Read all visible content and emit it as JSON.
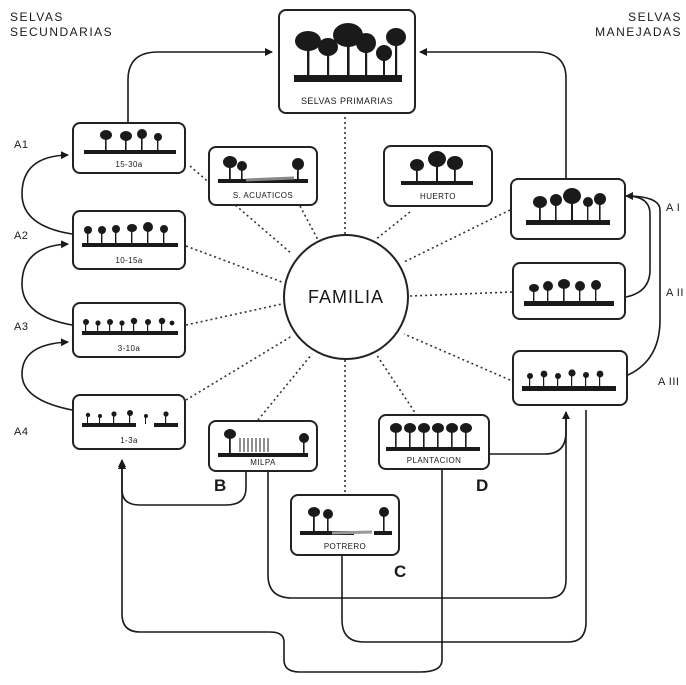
{
  "header": {
    "left_title": [
      "SELVAS",
      "SECUNDARIAS"
    ],
    "right_title": [
      "SELVAS",
      "MANEJADAS"
    ]
  },
  "center": {
    "label": "FAMILIA"
  },
  "top_node": {
    "label": "SELVAS PRIMARIAS"
  },
  "inner_nodes": {
    "acuaticos": "S. ACUATICOS",
    "huerto": "HUERTO"
  },
  "secondary_nodes": [
    {
      "tag": "A1",
      "caption": "15-30a"
    },
    {
      "tag": "A2",
      "caption": "10-15a"
    },
    {
      "tag": "A3",
      "caption": "3-10a"
    },
    {
      "tag": "A4",
      "caption": "1-3a"
    }
  ],
  "managed_nodes": [
    {
      "tag": "A I"
    },
    {
      "tag": "A II"
    },
    {
      "tag": "A III"
    }
  ],
  "bottom_nodes": {
    "milpa": {
      "label": "MILPA",
      "letter": "B"
    },
    "potrero": {
      "label": "POTRERO",
      "letter": "C"
    },
    "plantacion": {
      "label": "PLANTACION",
      "letter": "D"
    }
  },
  "colors": {
    "ink": "#1a1a1a",
    "dots": "#333333",
    "background": "#ffffff"
  }
}
